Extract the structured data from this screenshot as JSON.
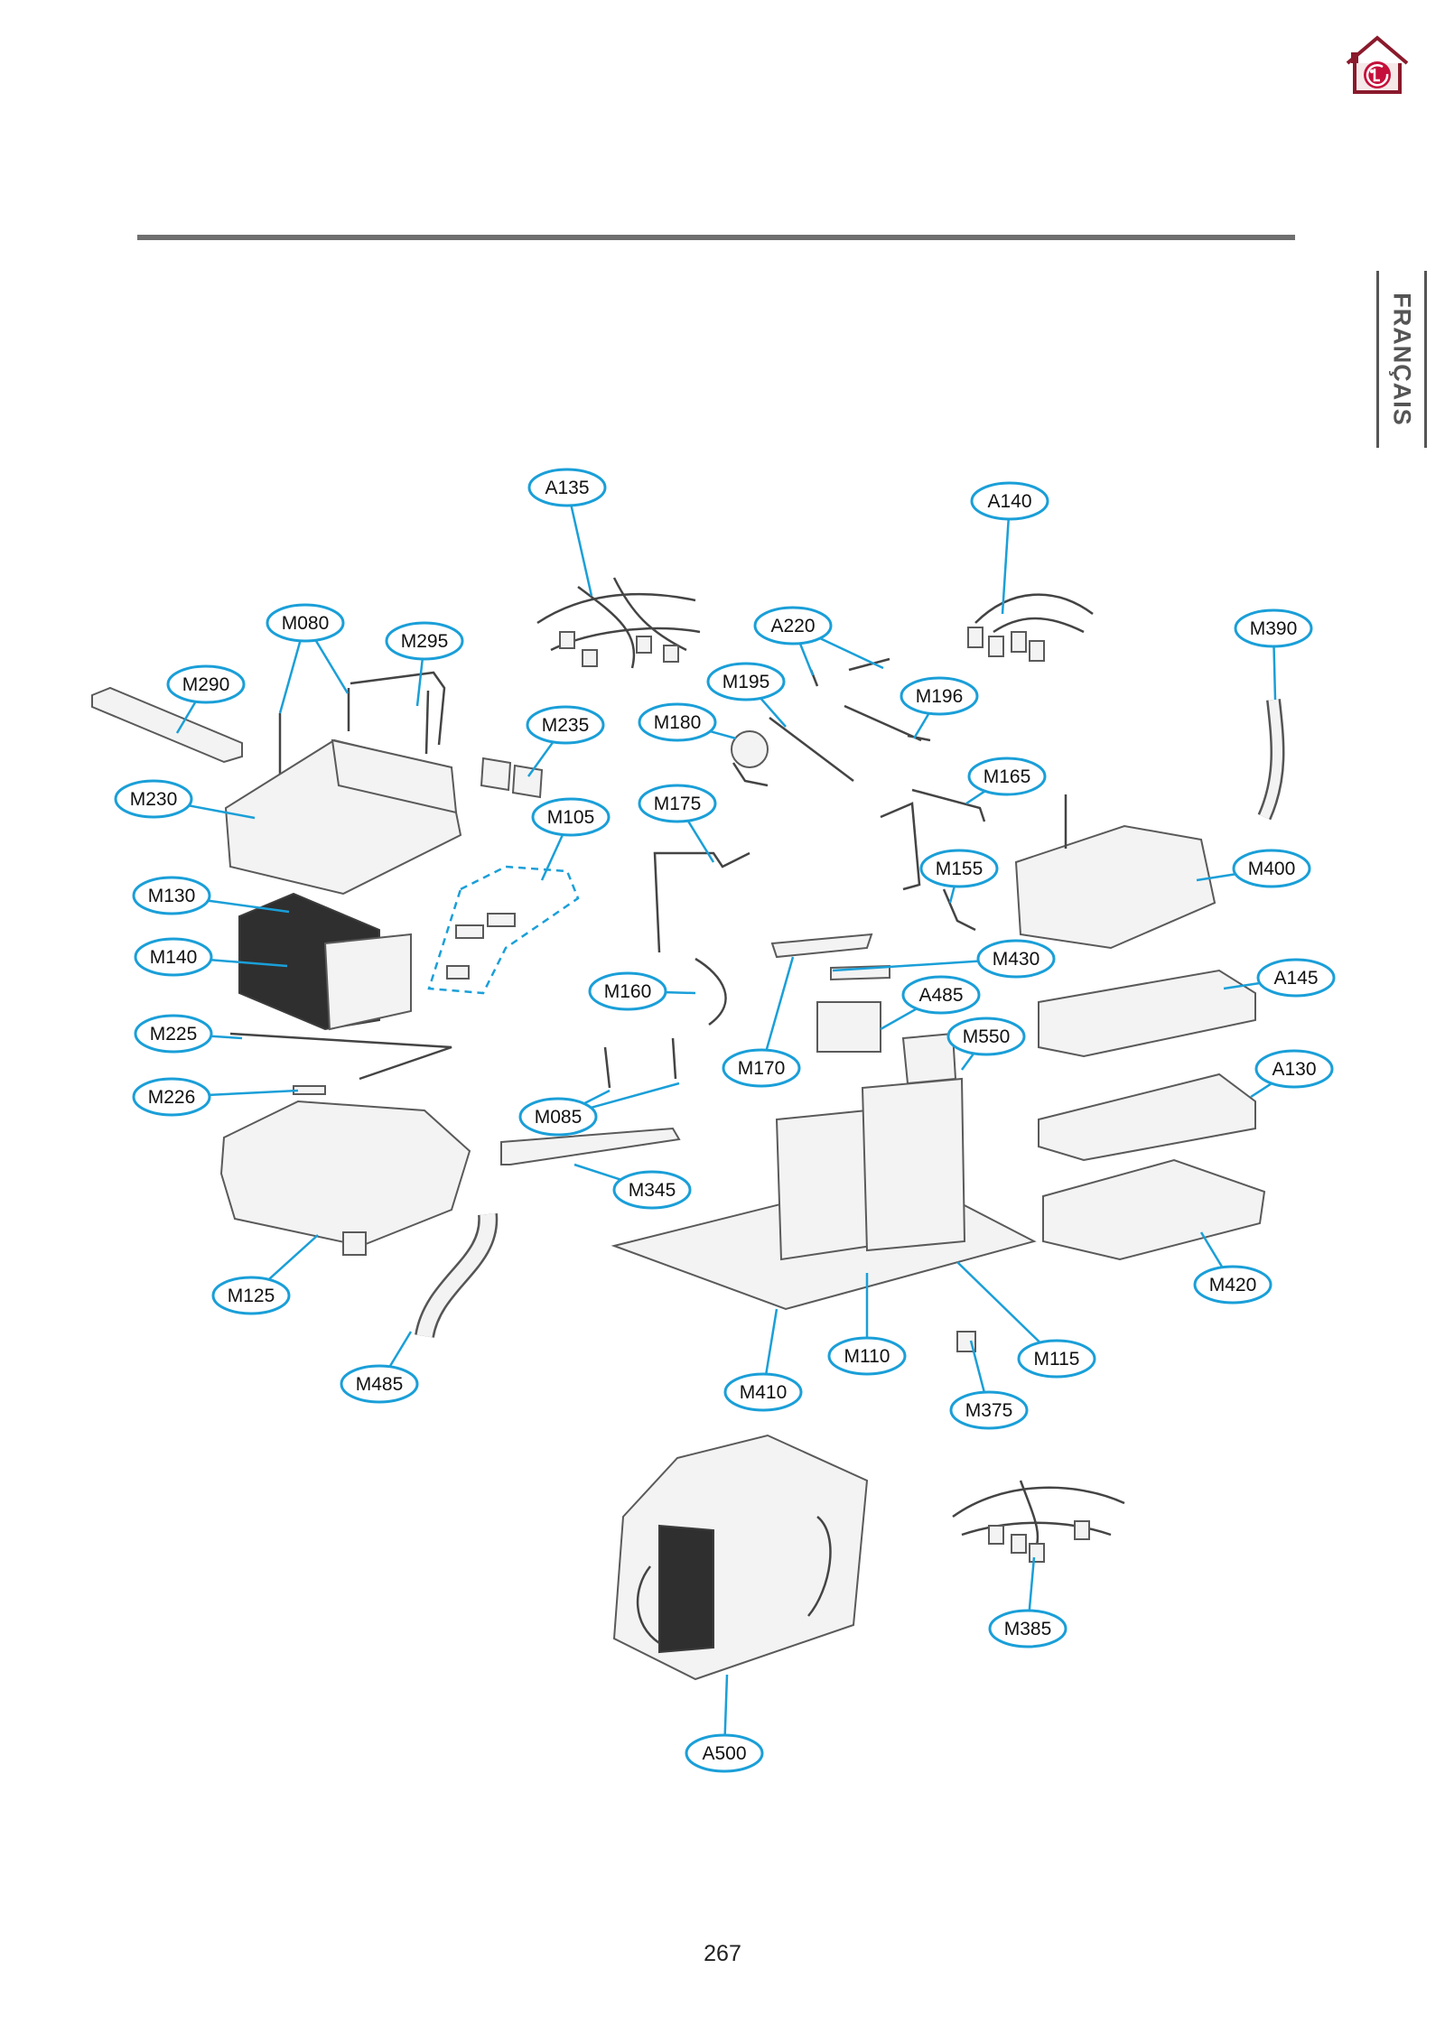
{
  "side_tab": "FRANÇAIS",
  "page_number": "267",
  "logo_icon": "lg-home-logo-icon",
  "accent_color": "#1a9fd8",
  "callouts": [
    "A135",
    "A140",
    "M080",
    "M295",
    "A220",
    "M390",
    "M290",
    "M195",
    "M196",
    "M235",
    "M180",
    "M230",
    "M105",
    "M175",
    "M165",
    "M400",
    "M155",
    "M130",
    "M430",
    "A145",
    "M140",
    "M160",
    "A485",
    "M550",
    "M225",
    "M170",
    "A130",
    "M226",
    "M085",
    "M345",
    "M420",
    "M125",
    "M110",
    "M115",
    "M485",
    "M410",
    "M375",
    "M385",
    "A500"
  ]
}
